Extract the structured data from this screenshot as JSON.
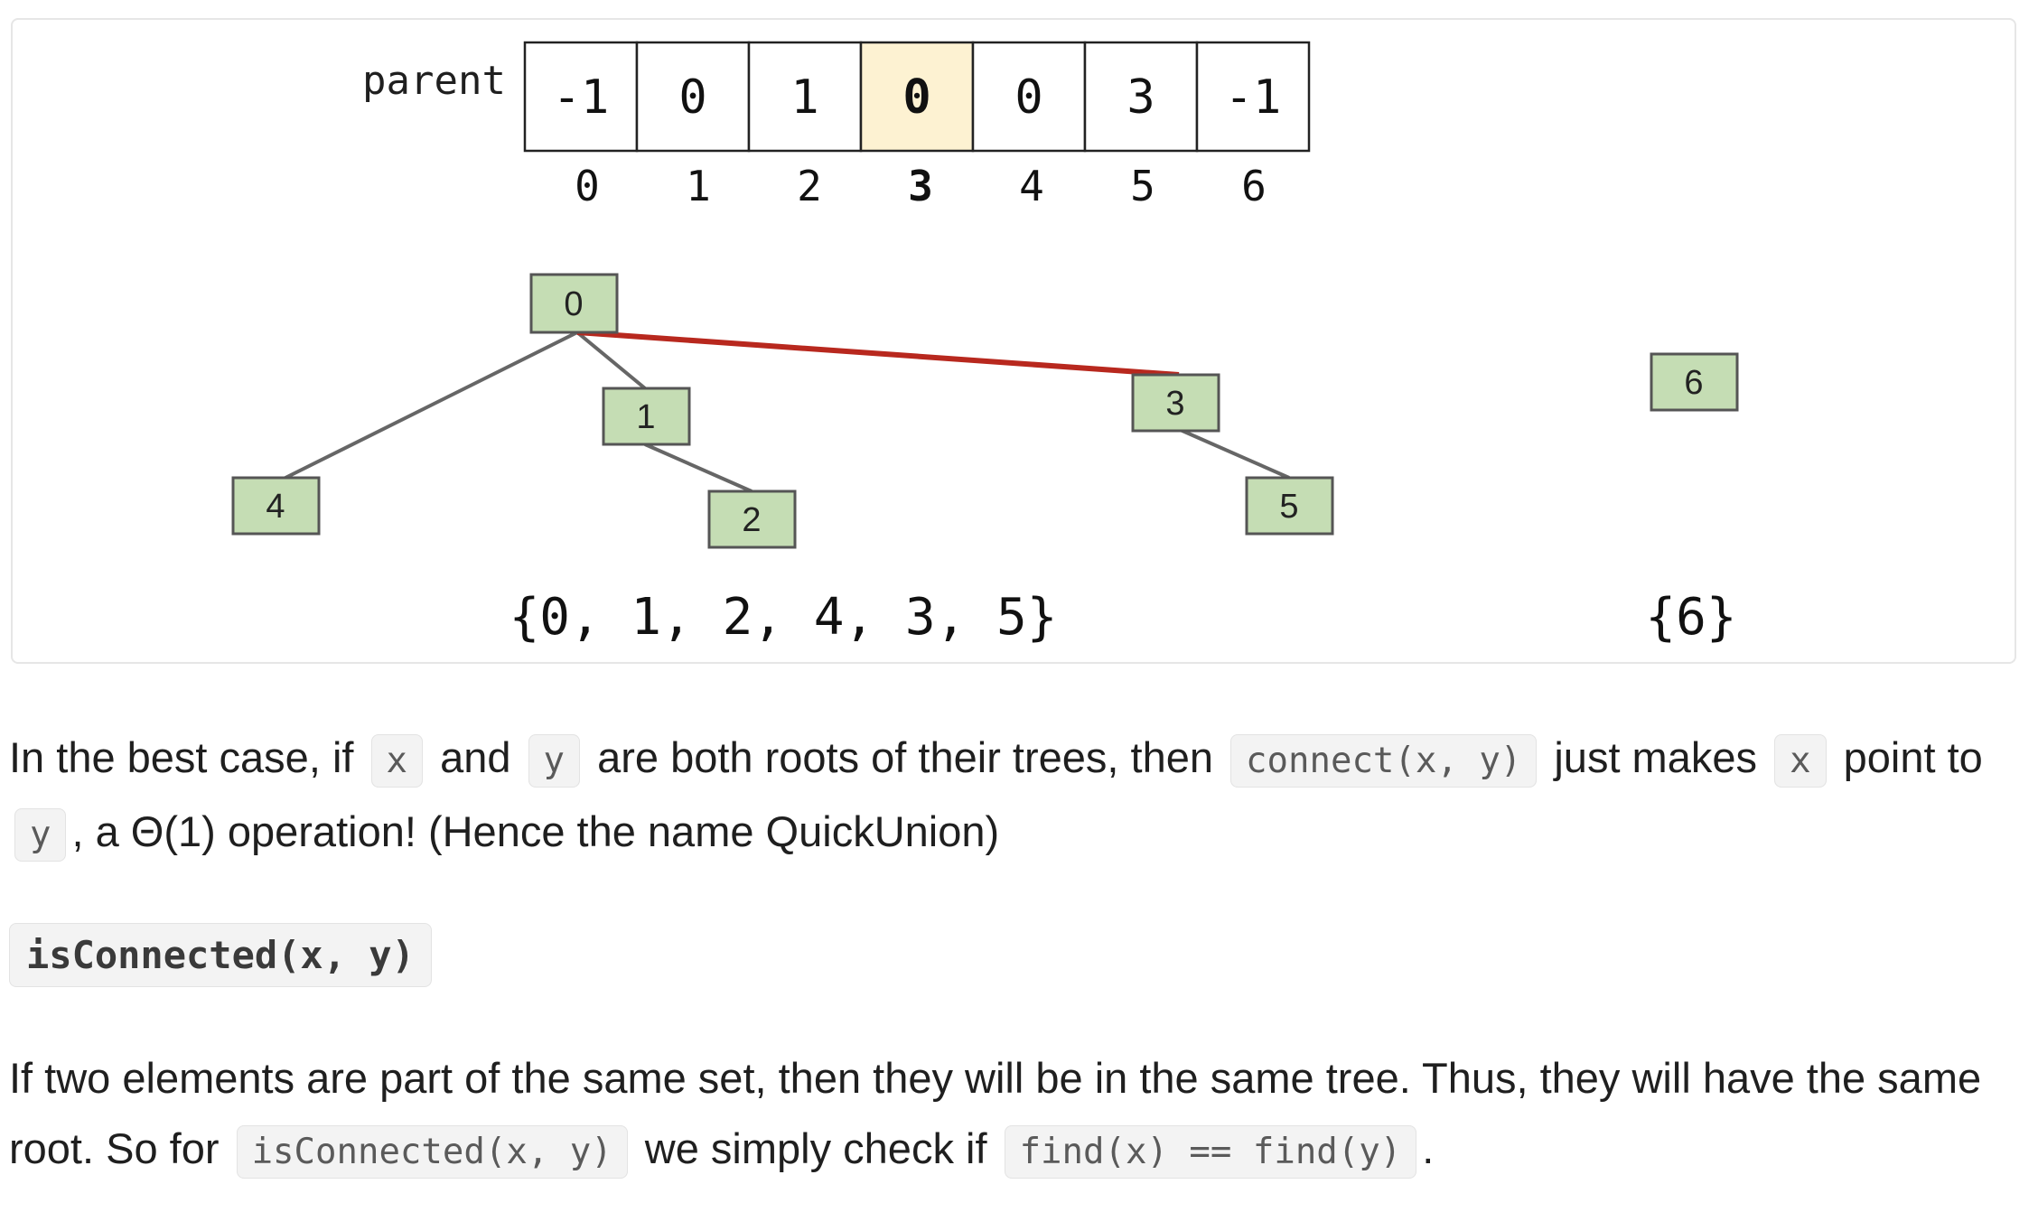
{
  "figure": {
    "array_label": "parent",
    "values": [
      "-1",
      "0",
      "1",
      "0",
      "0",
      "3",
      "-1"
    ],
    "indices": [
      "0",
      "1",
      "2",
      "3",
      "4",
      "5",
      "6"
    ],
    "highlight_index": 3,
    "nodes": [
      "0",
      "1",
      "2",
      "3",
      "4",
      "5",
      "6"
    ],
    "set_label_left": "{0, 1, 2, 4, 3, 5}",
    "set_label_right": "{6}",
    "colors": {
      "node_fill": "#c5ddb4",
      "highlight_cell": "#fdf2d2",
      "new_edge": "#b8281e",
      "edge": "#666666"
    }
  },
  "para1": {
    "t1": "In the best case, if",
    "c1": "x",
    "t2": "and",
    "c2": "y",
    "t3": "are both roots of their trees, then",
    "c3": "connect(x, y)",
    "t4": "just makes",
    "c4": "x",
    "t5": "point to",
    "c5": "y",
    "t6": ", a Θ(1) operation! (Hence the name QuickUnion)"
  },
  "heading": "isConnected(x, y)",
  "para2": {
    "t1": "If two elements are part of the same set, then they will be in the same tree. Thus, they will have the same root. So for",
    "c1": "isConnected(x, y)",
    "t2": "we simply check if",
    "c2": "find(x) == find(y)",
    "t3": "."
  }
}
